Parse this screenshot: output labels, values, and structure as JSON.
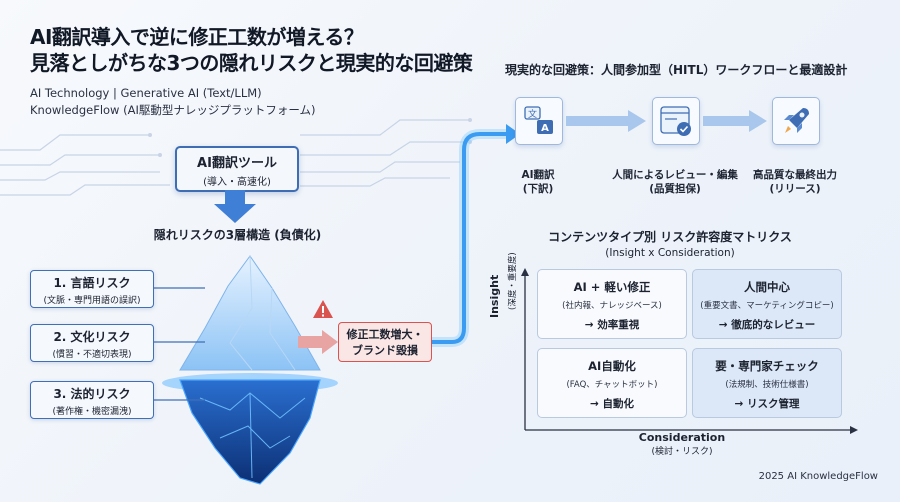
{
  "header": {
    "title_line1": "AI翻訳導入で逆に修正工数が増える？",
    "title_line2": "見落としがちな3つの隠れリスクと現実的な回避策",
    "subtitle_line1": "AI Technology | Generative AI (Text/LLM)",
    "subtitle_line2": "KnowledgeFlow (AI駆動型ナレッジプラットフォーム)"
  },
  "tool": {
    "label": "AI翻訳ツール",
    "sublabel": "(導入・高速化)"
  },
  "structure_title": "隠れリスクの3層構造 (負債化)",
  "risks": [
    {
      "label": "1. 言語リスク",
      "detail": "(文脈・専門用語の誤訳)"
    },
    {
      "label": "2. 文化リスク",
      "detail": "(慣習・不適切表現)"
    },
    {
      "label": "3. 法的リスク",
      "detail": "(著作権・機密漏洩)"
    }
  ],
  "cost_box": {
    "line1": "修正工数増大・",
    "line2": "ブランド毀損"
  },
  "workflow": {
    "title": "現実的な回避策：人間参加型（HITL）ワークフローと最適設計",
    "steps": [
      {
        "label_line1": "AI翻訳",
        "label_line2": "(下訳)",
        "icon": "translate-icon"
      },
      {
        "label_line1": "人間によるレビュー・編集",
        "label_line2": "(品質担保)",
        "icon": "review-check-icon"
      },
      {
        "label_line1": "高品質な最終出力",
        "label_line2": "(リリース)",
        "icon": "rocket-icon"
      }
    ]
  },
  "matrix": {
    "title": "コンテンツタイプ別 リスク許容度マトリクス",
    "subtitle": "(Insight x Consideration)",
    "y_axis": "Insight",
    "y_axis_sub": "(深度・重要度)",
    "x_axis": "Consideration",
    "x_axis_sub": "(検討・リスク)",
    "cells": [
      {
        "title": "AI + 軽い修正",
        "example": "(社内報、ナレッジベース)",
        "action": "→ 効率重視"
      },
      {
        "title": "人間中心",
        "example": "(重要文書、マーケティングコピー)",
        "action": "→ 徹底的なレビュー"
      },
      {
        "title": "AI自動化",
        "example": "(FAQ、チャットボット)",
        "action": "→ 自動化"
      },
      {
        "title": "要・専門家チェック",
        "example": "(法規制、技術仕様書)",
        "action": "→ リスク管理"
      }
    ]
  },
  "footer": "2025 AI KnowledgeFlow",
  "colors": {
    "accent_blue": "#3e6db4",
    "glow_blue": "#4aa6ff",
    "warning_red": "#d9534f",
    "cell_blue": "#dce8f7"
  }
}
